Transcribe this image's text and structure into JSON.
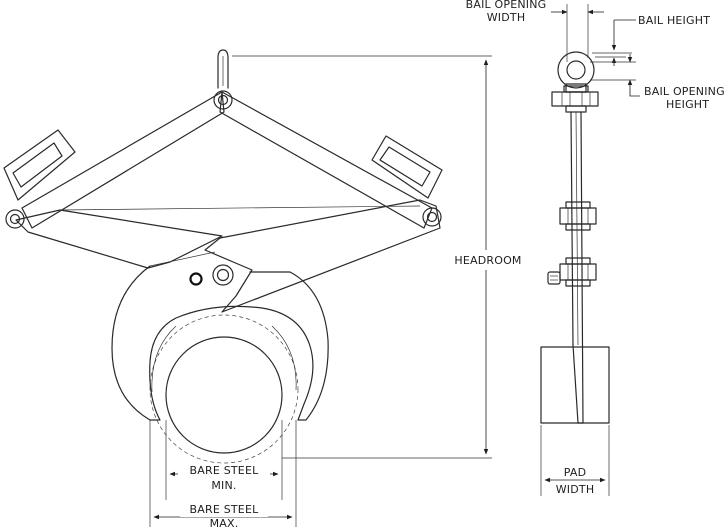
{
  "labels": {
    "bail_opening_width_1": "BAIL OPENING",
    "bail_opening_width_2": "WIDTH",
    "bail_height": "BAIL HEIGHT",
    "bail_opening_height_1": "BAIL OPENING",
    "bail_opening_height_2": "HEIGHT",
    "headroom": "HEADROOM",
    "bare_steel_min_1": "BARE STEEL",
    "bare_steel_min_2": "MIN.",
    "bare_steel_max_1": "BARE STEEL",
    "bare_steel_max_2": "MAX.",
    "pad_width_1": "PAD",
    "pad_width_2": "WIDTH"
  },
  "colors": {
    "line": "#2a2a2a",
    "background": "#ffffff"
  }
}
